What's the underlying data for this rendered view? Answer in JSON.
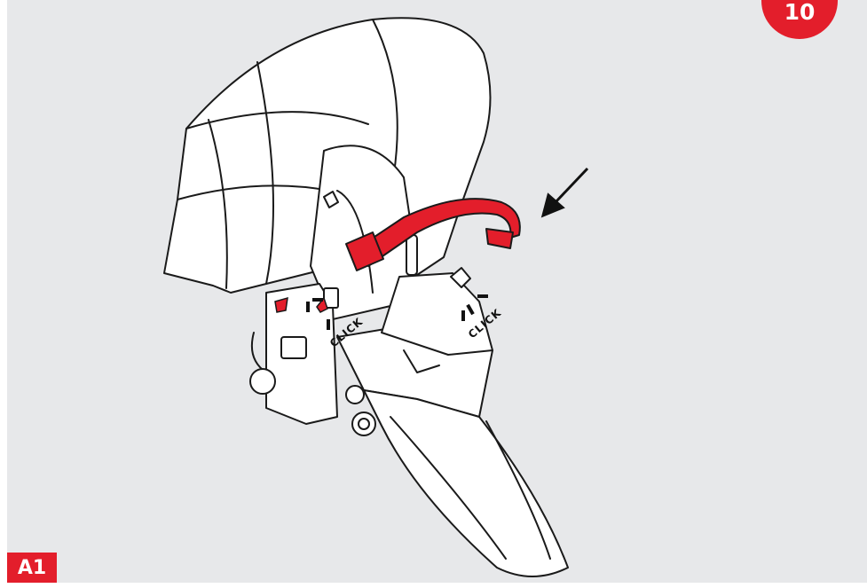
{
  "step_badge": {
    "label": "10",
    "color": "#e31e2b"
  },
  "section_badge": {
    "label": "A1",
    "color": "#e31e2b"
  },
  "illustration": {
    "subject": "stroller seat unit with canopy and bumper bar",
    "highlight_color": "#e31e2b",
    "click_labels": [
      "CLICK",
      "CLICK"
    ]
  }
}
